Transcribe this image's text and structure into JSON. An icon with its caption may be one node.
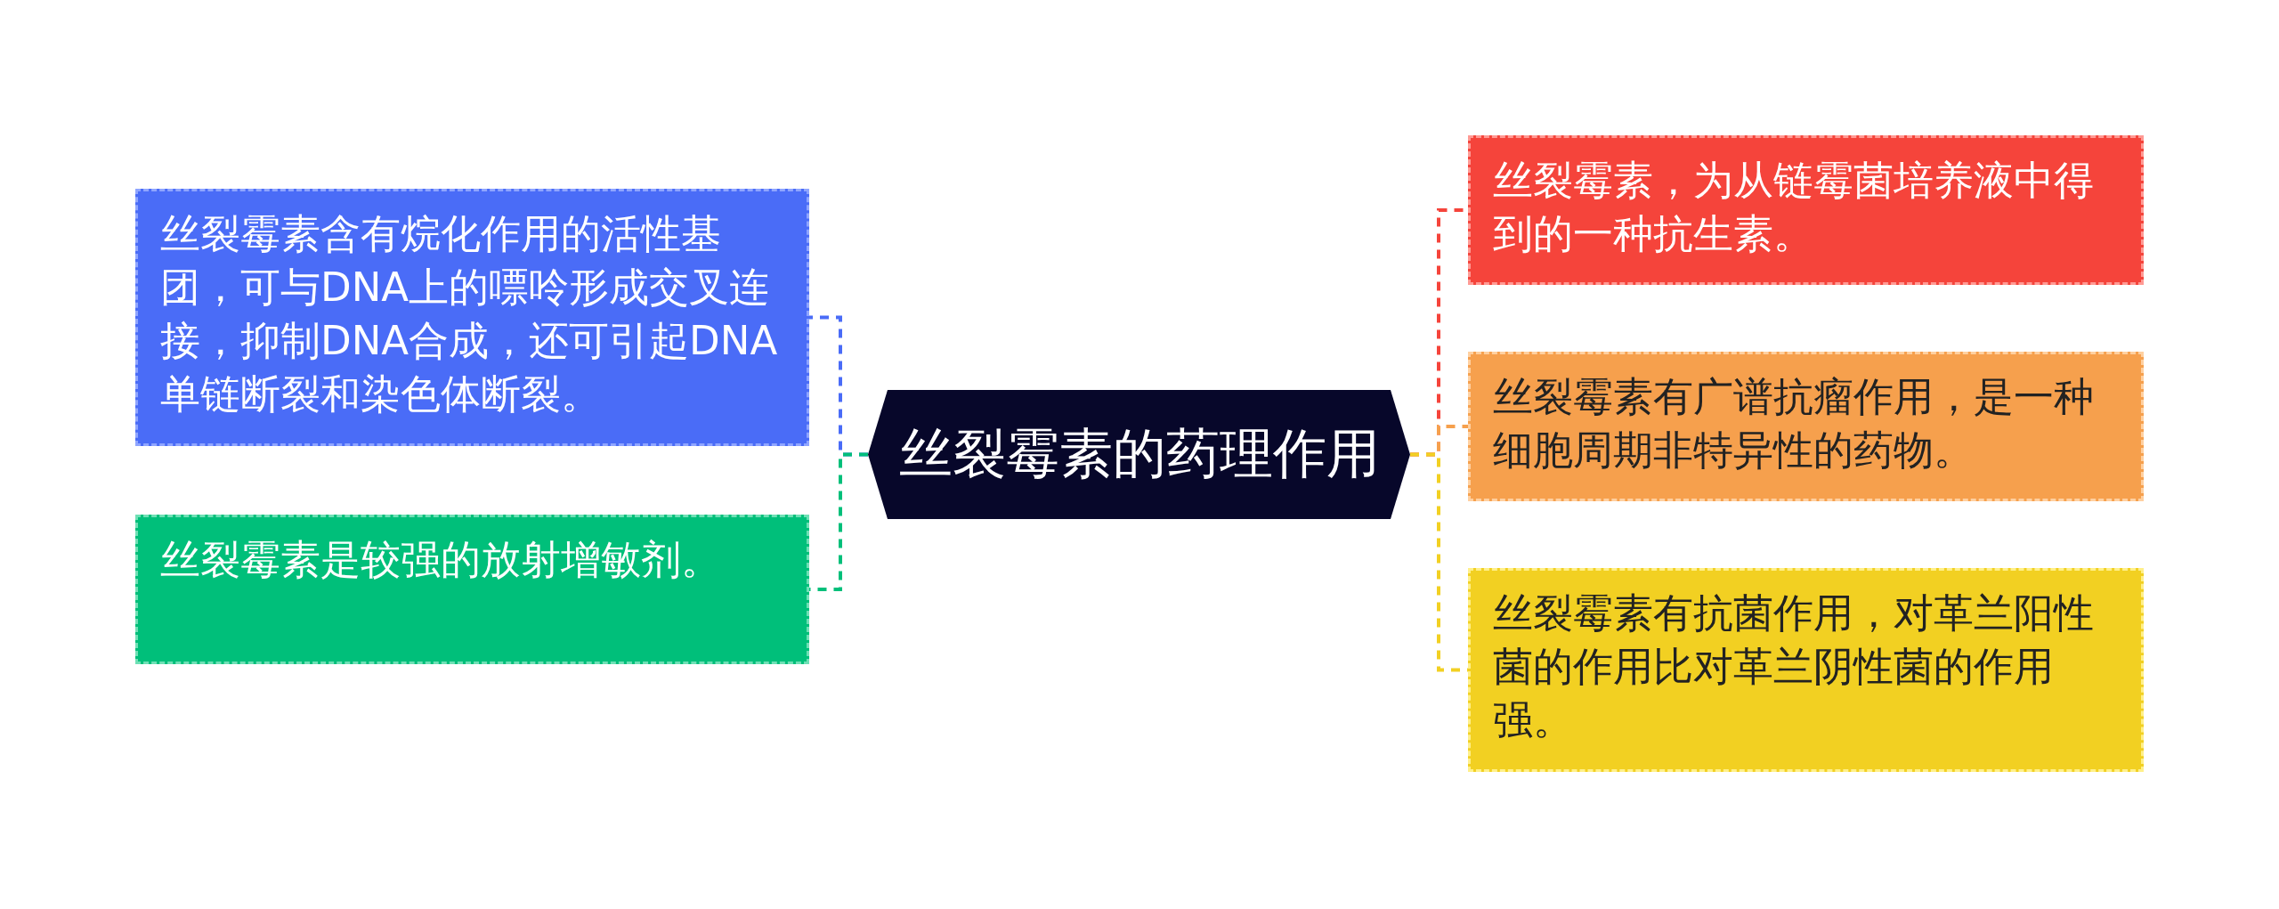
{
  "diagram": {
    "nodes": [
      {
        "text": [
          "丝裂霉素的药理作用"
        ]
      },
      {
        "text": [
          "丝裂霉素含有烷化作用的活性基团，可与DNA上的嘌呤形成交叉连接，抑制DNA合成，还可引起DNA单链断裂和染色体断裂。"
        ]
      },
      {
        "text": [
          "丝裂霉素是较强的放射增敏剂。"
        ]
      },
      {
        "text": [
          "丝裂霉素，为从链霉菌培养液中得到的一种抗生素。"
        ]
      },
      {
        "text": [
          "丝裂霉素有广谱抗瘤作用，是一种细胞周期非特异性的药物。"
        ]
      },
      {
        "text": [
          "丝裂霉素有抗菌作用，对革兰阳性菌的作用比对革兰阴性菌的作用强。"
        ]
      }
    ],
    "edges": [
      {
        "from": 0,
        "to": 1,
        "arrow": "none",
        "style": "dashed",
        "color": "#4a6cf7"
      },
      {
        "from": 0,
        "to": 2,
        "arrow": "none",
        "style": "dashed",
        "color": "#00bf7a"
      },
      {
        "from": 0,
        "to": 3,
        "arrow": "none",
        "style": "dashed",
        "color": "#f5443b"
      },
      {
        "from": 0,
        "to": 4,
        "arrow": "none",
        "style": "dashed",
        "color": "#f6a04d"
      },
      {
        "from": 0,
        "to": 5,
        "arrow": "none",
        "style": "dashed",
        "color": "#f2d022"
      }
    ]
  }
}
